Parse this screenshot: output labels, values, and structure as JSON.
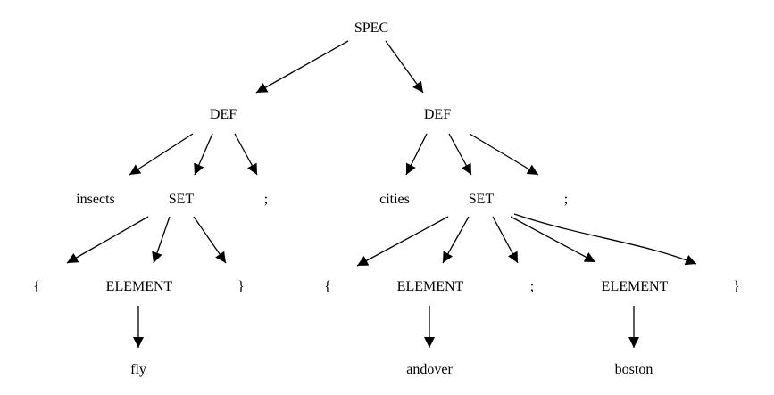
{
  "tree": {
    "root": "SPEC",
    "def_left": {
      "label": "DEF",
      "name": "insects",
      "set": "SET",
      "terminator": ";",
      "open_brace": "{",
      "element": "ELEMENT",
      "close_brace": "}",
      "element_value": "fly"
    },
    "def_right": {
      "label": "DEF",
      "name": "cities",
      "set": "SET",
      "terminator": ";",
      "open_brace": "{",
      "element_1": "ELEMENT",
      "separator": ";",
      "element_2": "ELEMENT",
      "close_brace": "}",
      "element_1_value": "andover",
      "element_2_value": "boston"
    }
  },
  "colors": {
    "text": "#000000",
    "edge": "#000000",
    "background": "#ffffff"
  }
}
